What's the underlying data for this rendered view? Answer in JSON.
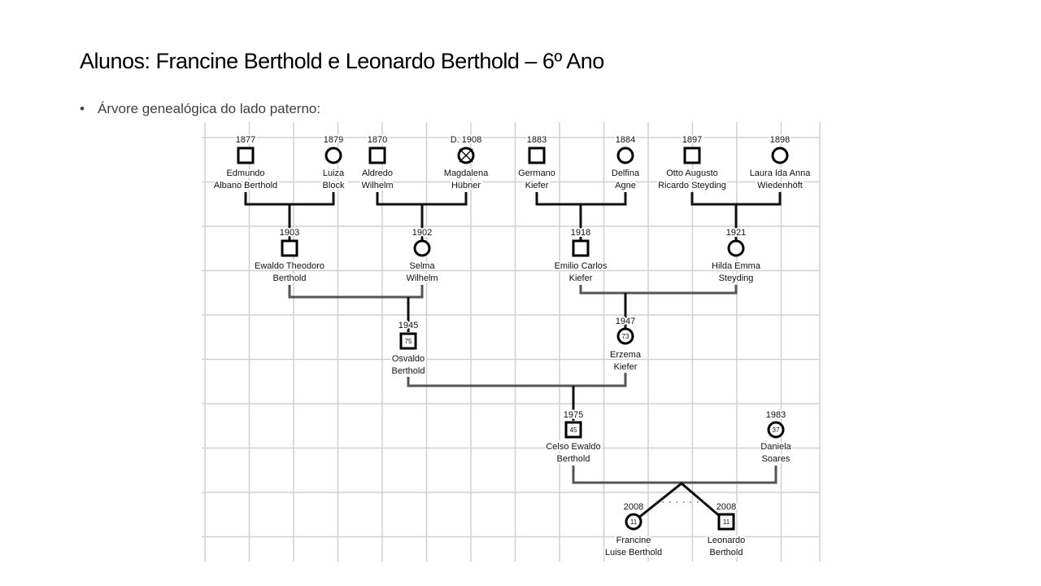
{
  "slide": {
    "title": "Alunos: Francine Berthold e Leonardo Berthold – 6º Ano",
    "bullet": "Árvore genealógica do lado paterno:"
  },
  "tree": {
    "people": [
      {
        "year": "1877",
        "name": [
          "Edmundo",
          "Albano Berthold"
        ],
        "sex": "M"
      },
      {
        "year": "1879",
        "name": [
          "Luiza",
          "Block"
        ],
        "sex": "F"
      },
      {
        "year": "1870",
        "name": [
          "Aldredo",
          "Wilhelm"
        ],
        "sex": "M"
      },
      {
        "year": "D. 1908",
        "name": [
          "Magdalena",
          "Hübner"
        ],
        "sex": "F",
        "deceased": true
      },
      {
        "year": "1883",
        "name": [
          "Germano",
          "Kiefer"
        ],
        "sex": "M"
      },
      {
        "year": "1884",
        "name": [
          "Delfina",
          "Agne"
        ],
        "sex": "F"
      },
      {
        "year": "1897",
        "name": [
          "Otto Augusto",
          "Ricardo Steyding"
        ],
        "sex": "M"
      },
      {
        "year": "1898",
        "name": [
          "Laura Ida Anna",
          "Wiedenhöft"
        ],
        "sex": "F"
      },
      {
        "year": "1903",
        "name": [
          "Ewaldo Theodoro",
          "Berthold"
        ],
        "sex": "M"
      },
      {
        "year": "1902",
        "name": [
          "Selma",
          "Wilhelm"
        ],
        "sex": "F"
      },
      {
        "year": "1918",
        "name": [
          "Emilio Carlos",
          "Kiefer"
        ],
        "sex": "M"
      },
      {
        "year": "1921",
        "name": [
          "Hilda Emma",
          "Steyding"
        ],
        "sex": "F"
      },
      {
        "year": "1945",
        "name": [
          "Osvaldo",
          "Berthold"
        ],
        "sex": "M",
        "age": "75"
      },
      {
        "year": "1947",
        "name": [
          "Erzema",
          "Kiefer"
        ],
        "sex": "F",
        "age": "73"
      },
      {
        "year": "1975",
        "name": [
          "Celso Ewaldo",
          "Berthold"
        ],
        "sex": "M",
        "age": "45"
      },
      {
        "year": "1983",
        "name": [
          "Daniela",
          "Soares"
        ],
        "sex": "F",
        "age": "37"
      },
      {
        "year": "2008",
        "name": [
          "Francine",
          "Luise Berthold"
        ],
        "sex": "F",
        "age": "11"
      },
      {
        "year": "2008",
        "name": [
          "Leonardo",
          "Berthold"
        ],
        "sex": "M",
        "age": "11"
      }
    ]
  }
}
